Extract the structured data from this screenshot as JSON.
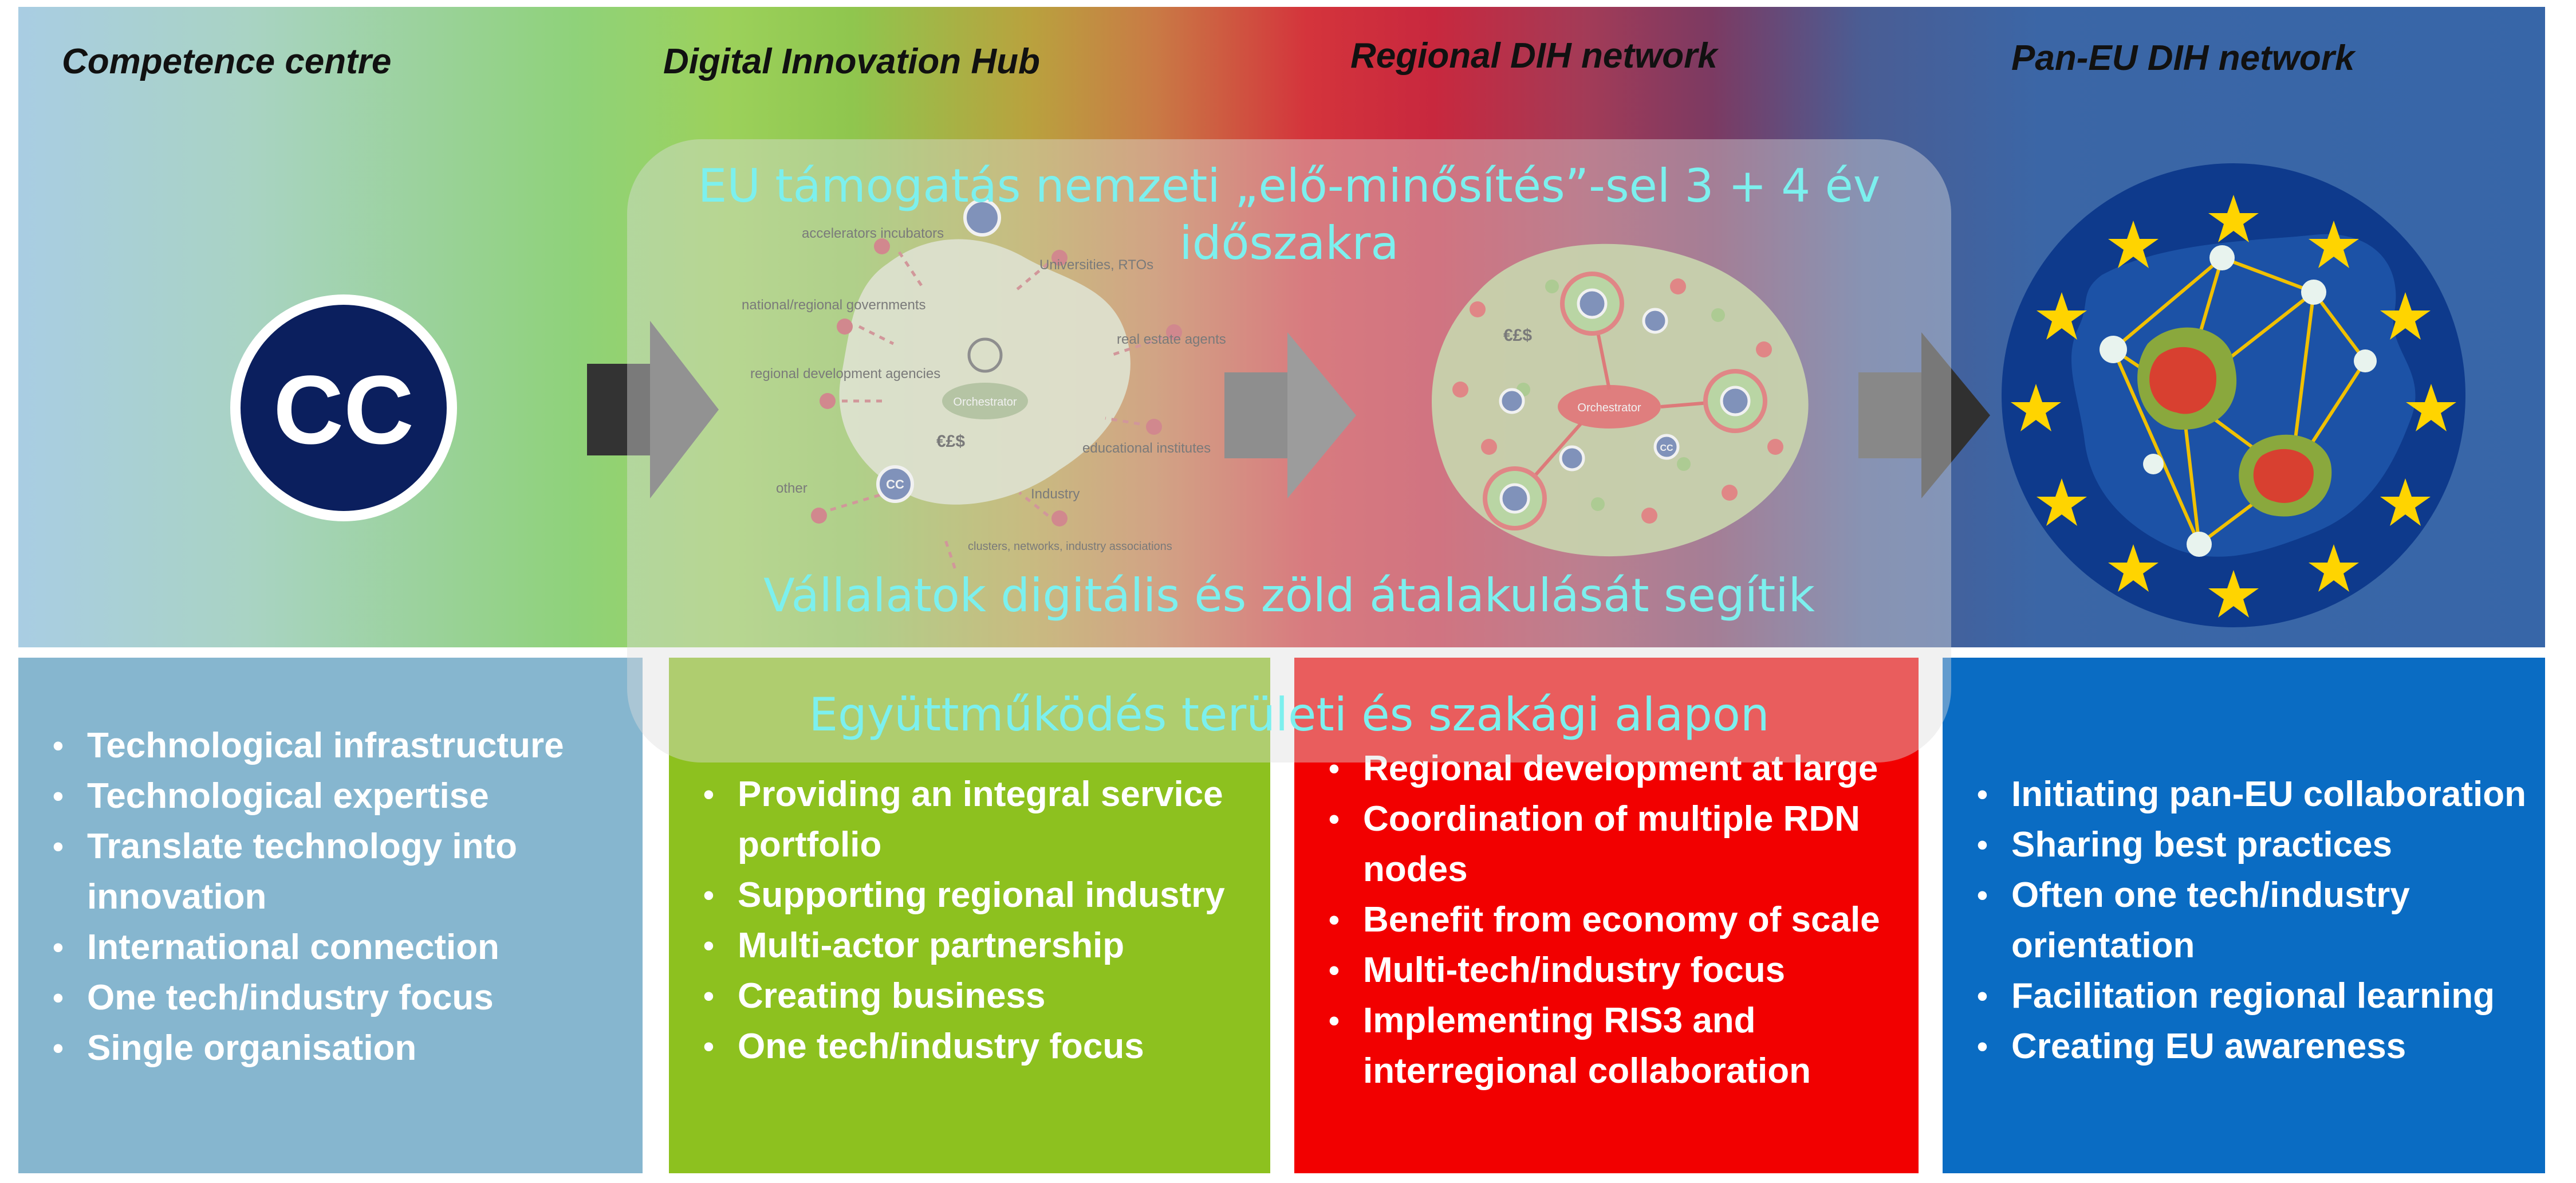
{
  "stages": [
    {
      "title": "Competence centre"
    },
    {
      "title": "Digital Innovation Hub"
    },
    {
      "title": "Regional DIH network"
    },
    {
      "title": "Pan-EU DIH network"
    }
  ],
  "cc_logo": {
    "text": "CC"
  },
  "hub_diagram": {
    "center_label": "Orchestrator",
    "currency": "€£$",
    "cc_badge": "CC",
    "labels": [
      "accelerators incubators",
      "Universities, RTOs",
      "national/regional governments",
      "real estate agents",
      "regional development agencies",
      "educational institutes",
      "other",
      "Industry",
      "clusters, networks, industry associations"
    ]
  },
  "network_diagram": {
    "center_label": "Orchestrator",
    "currency": "€£$",
    "cc_badge": "CC"
  },
  "panels": [
    {
      "color": "#86b6cf",
      "items": [
        "Technological infrastructure",
        "Technological expertise",
        "Translate technology into innovation",
        "International connection",
        "One tech/industry focus",
        "Single organisation"
      ]
    },
    {
      "color": "#8dc11f",
      "items": [
        "Providing an integral service portfolio",
        "Supporting regional industry",
        "Multi-actor partnership",
        "Creating business",
        "One tech/industry focus"
      ]
    },
    {
      "color": "#f20000",
      "items": [
        "Regional development at large",
        "Coordination of multiple RDN nodes",
        "Benefit from economy of scale",
        "Multi-tech/industry focus",
        "Implementing RIS3 and interregional collaboration"
      ]
    },
    {
      "color": "#0a6cc3",
      "items": [
        "Initiating pan-EU collaboration",
        "Sharing best practices",
        "Often one tech/industry orientation",
        "Facilitation regional learning",
        "Creating EU awareness"
      ]
    }
  ],
  "overlay": {
    "line1": "EU támogatás nemzeti „elő-minősítés”-sel  3 + 4 év időszakra",
    "line2": "Vállalatok digitális és zöld átalakulását segítik",
    "line3": "Együttműködés területi és szakági alapon"
  },
  "colors": {
    "overlay_text": "#7cf0ee",
    "eu_blue": "#0e3a8c",
    "eu_star": "#ffd400",
    "cc_navy": "#0b1f5e"
  }
}
